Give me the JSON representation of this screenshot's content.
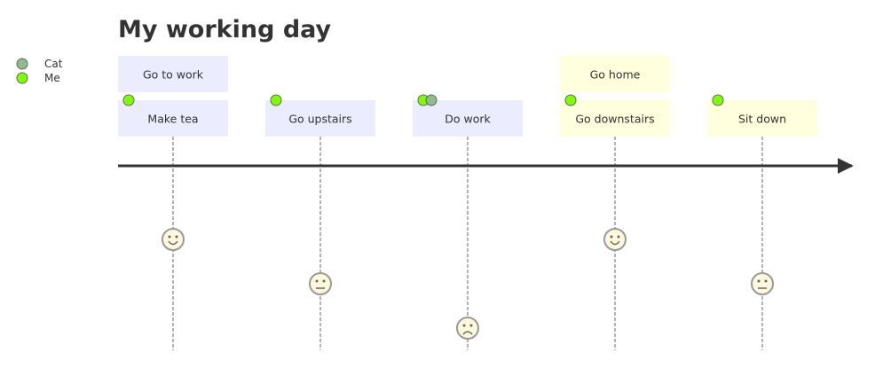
{
  "title": "My working day",
  "legend": [
    {
      "name": "Cat",
      "color": "#8fbc8f"
    },
    {
      "name": "Me",
      "color": "#7fff00"
    }
  ],
  "sections": [
    {
      "name": "Go to work",
      "color": "#ececff",
      "tasks": [
        0,
        1,
        2
      ]
    },
    {
      "name": "Go home",
      "color": "#ffffde",
      "tasks": [
        3,
        4
      ]
    }
  ],
  "tasks": [
    {
      "name": "Make tea",
      "score": 5,
      "actors": [
        "Me"
      ],
      "mood": "happy"
    },
    {
      "name": "Go upstairs",
      "score": 3,
      "actors": [
        "Me"
      ],
      "mood": "neutral"
    },
    {
      "name": "Do work",
      "score": 1,
      "actors": [
        "Me",
        "Cat"
      ],
      "mood": "sad"
    },
    {
      "name": "Go downstairs",
      "score": 5,
      "actors": [
        "Me"
      ],
      "mood": "happy"
    },
    {
      "name": "Sit down",
      "score": 3,
      "actors": [
        "Me"
      ],
      "mood": "neutral"
    }
  ],
  "colors": {
    "text": "#333333",
    "axis": "#333333",
    "face_fill": "#fff8dc",
    "face_stroke": "#999999",
    "actor_stroke": "#666666"
  }
}
